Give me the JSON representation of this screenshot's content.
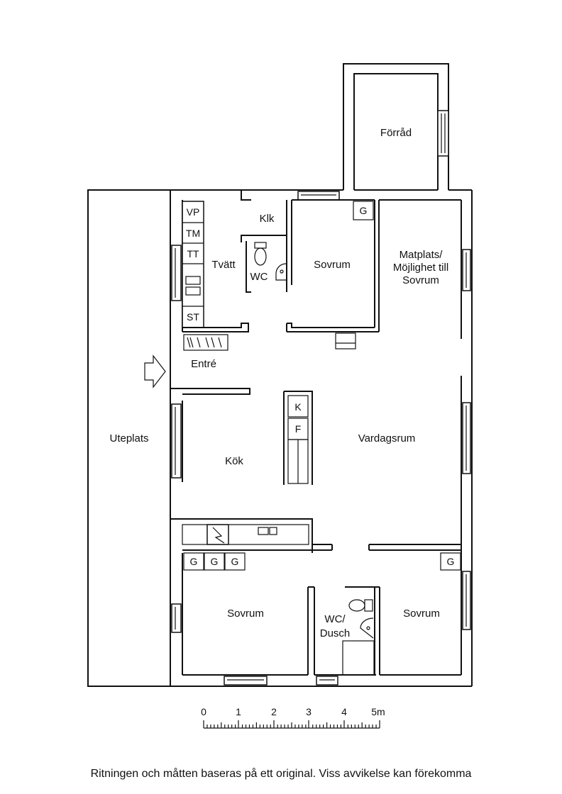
{
  "rooms": {
    "forrad": "Förråd",
    "klk": "Klk",
    "sovrum_top": "Sovrum",
    "matplats_l1": "Matplats/",
    "matplats_l2": "Möjlighet till",
    "matplats_l3": "Sovrum",
    "tvatt": "Tvätt",
    "wc": "WC",
    "entre": "Entré",
    "uteplats": "Uteplats",
    "kok": "Kök",
    "vardagsrum": "Vardagsrum",
    "sovrum_bl": "Sovrum",
    "wc_dusch_l1": "WC/",
    "wc_dusch_l2": "Dusch",
    "sovrum_br": "Sovrum"
  },
  "fixtures": {
    "vp": "VP",
    "tm": "TM",
    "tt": "TT",
    "st": "ST",
    "k": "K",
    "f": "F",
    "g_top": "G",
    "g_bottom_1": "G",
    "g_bottom_2": "G",
    "g_bottom_3": "G",
    "g_bottom_right": "G"
  },
  "scale": {
    "ticks": [
      "0",
      "1",
      "2",
      "3",
      "4",
      "5m"
    ]
  },
  "disclaimer": "Ritningen och måtten baseras på ett original. Viss avvikelse kan förekomma"
}
